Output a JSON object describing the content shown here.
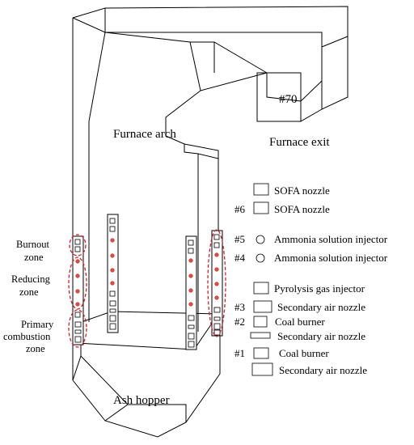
{
  "labels": {
    "furnace_arch": "Furnace arch",
    "furnace_exit": "Furnace exit",
    "exit_point": "#70",
    "ash_hopper": "Ash hopper"
  },
  "zones": {
    "burnout": [
      "Burnout",
      "zone"
    ],
    "reducing": [
      "Reducing",
      "zone"
    ],
    "primary": [
      "Primary",
      "combustion",
      "zone"
    ]
  },
  "legend": [
    {
      "id": "",
      "symbol": "square",
      "text": "SOFA nozzle"
    },
    {
      "id": "#6",
      "symbol": "square",
      "text": "SOFA nozzle"
    },
    {
      "id": "#5",
      "symbol": "circle",
      "text": "Ammonia solution injector"
    },
    {
      "id": "#4",
      "symbol": "circle",
      "text": "Ammonia solution injector"
    },
    {
      "id": "",
      "symbol": "square",
      "text": "Pyrolysis gas injector"
    },
    {
      "id": "#3",
      "symbol": "square",
      "text": "Secondary air nozzle"
    },
    {
      "id": "#2",
      "symbol": "square-small",
      "text": "Coal burner"
    },
    {
      "id": "",
      "symbol": "flat",
      "text": "Secondary air nozzle"
    },
    {
      "id": "#1",
      "symbol": "square-small",
      "text": "Coal burner"
    },
    {
      "id": "",
      "symbol": "wide",
      "text": "Secondary air nozzle"
    }
  ],
  "colors": {
    "zone_outline": "#d4202a",
    "injector_dot": "#e04a3a",
    "line": "#000000"
  }
}
